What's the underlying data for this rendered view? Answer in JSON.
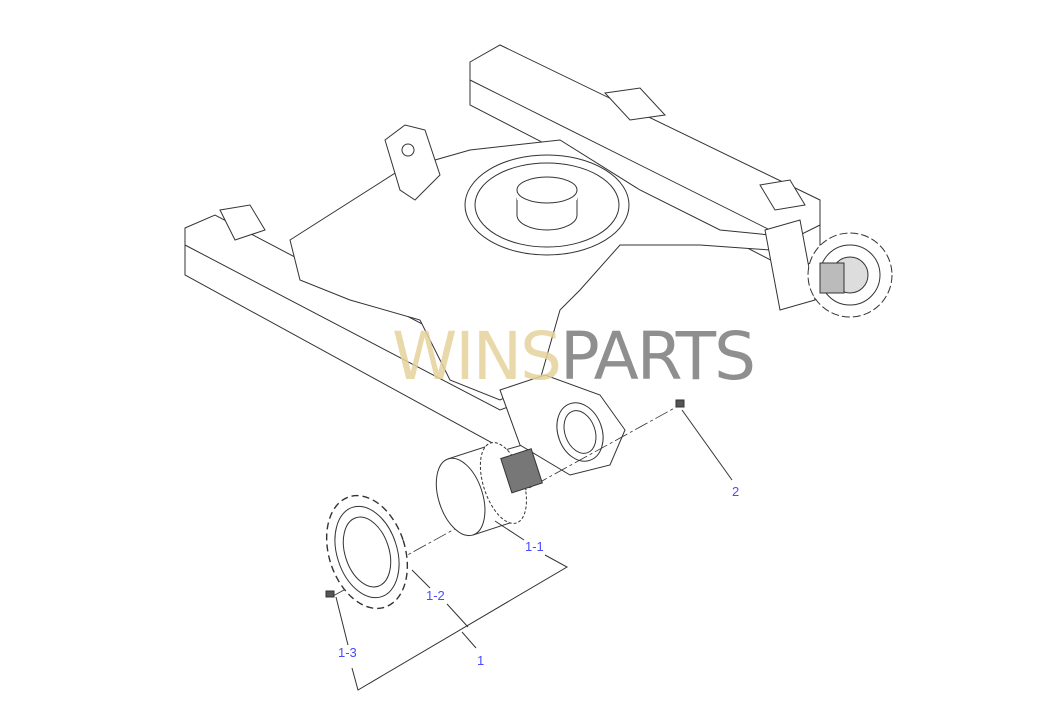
{
  "watermark": {
    "part1": "WINS",
    "part2": "PARTS"
  },
  "callouts": {
    "c2": "2",
    "c1_1": "1-1",
    "c1_2": "1-2",
    "c1": "1",
    "c1_3": "1-3"
  },
  "colors": {
    "callout": "#4b4bff",
    "line": "#333333"
  }
}
